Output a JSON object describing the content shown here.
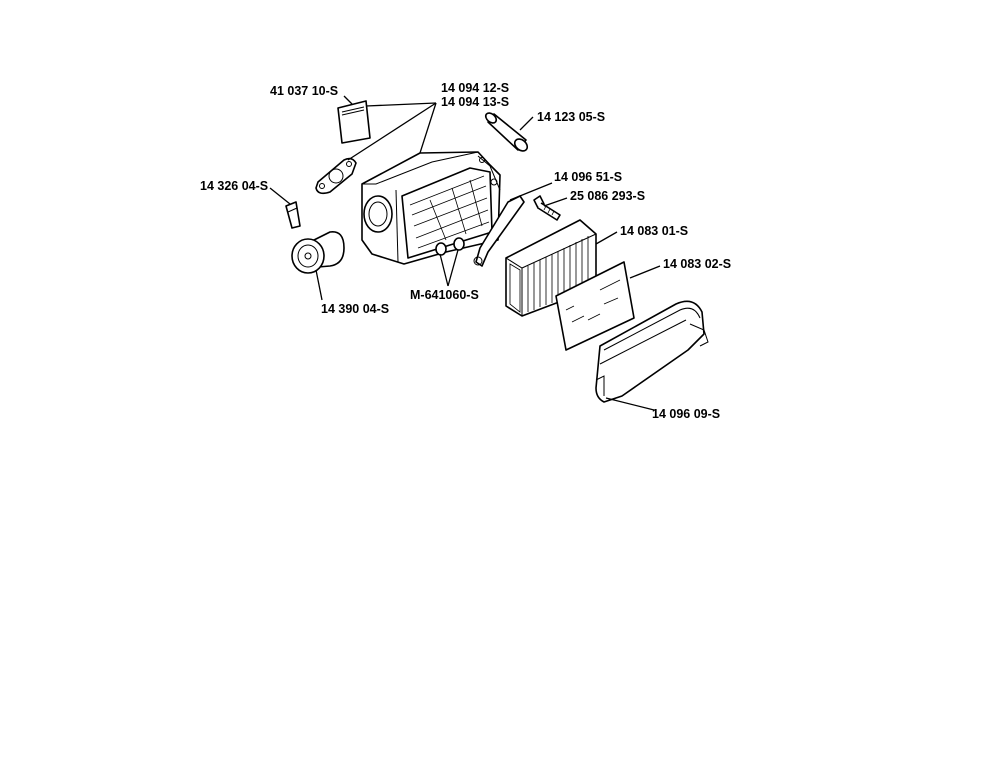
{
  "labels": {
    "decal": "41 037 10-S",
    "gasket_a": "14 094 12-S",
    "gasket_b": "14 094 13-S",
    "tube": "14 123 05-S",
    "clip": "14 326 04-S",
    "bracket": "14 096 51-S",
    "screw": "25 086 293-S",
    "filter": "14 083 01-S",
    "prefilter": "14 083 02-S",
    "nuts": "M-641060-S",
    "knob": "14 390 04-S",
    "cover": "14 096 09-S"
  }
}
